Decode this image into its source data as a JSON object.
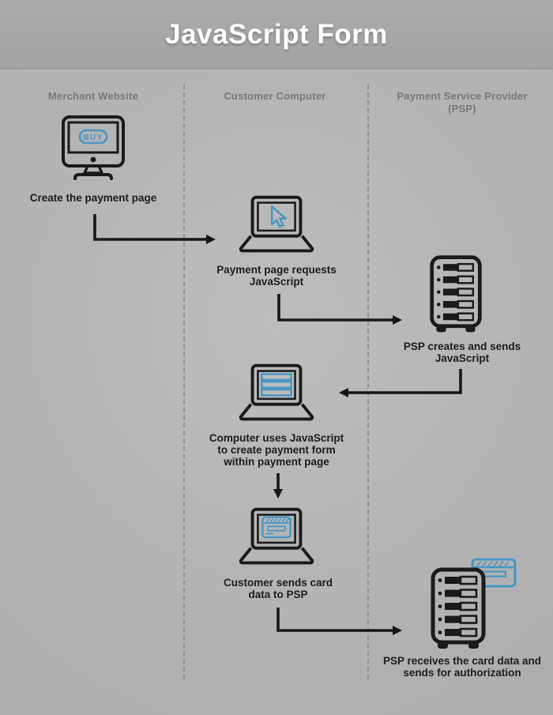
{
  "header": {
    "title": "JavaScript Form"
  },
  "lanes": [
    {
      "id": "merchant",
      "label": "Merchant Website"
    },
    {
      "id": "customer",
      "label": "Customer Computer"
    },
    {
      "id": "psp",
      "label": "Payment Service Provider (PSP)"
    }
  ],
  "steps": [
    {
      "id": "create-payment-page",
      "lane": "merchant",
      "icon": "desktop-buy-icon",
      "label": "Create the payment page"
    },
    {
      "id": "request-javascript",
      "lane": "customer",
      "icon": "laptop-cursor-icon",
      "label": "Payment page requests JavaScript"
    },
    {
      "id": "psp-sends-javascript",
      "lane": "psp",
      "icon": "server-icon",
      "label": "PSP creates and sends JavaScript"
    },
    {
      "id": "create-payment-form",
      "lane": "customer",
      "icon": "laptop-form-icon",
      "label": "Computer uses JavaScript to create payment form within payment page"
    },
    {
      "id": "send-card-data",
      "lane": "customer",
      "icon": "laptop-card-icon",
      "label": "Customer sends card data to PSP"
    },
    {
      "id": "psp-receives-card",
      "lane": "psp",
      "icon": "server-card-icon",
      "label": "PSP receives the card data and sends for authorization"
    }
  ],
  "icon_text": {
    "buy_button": "BUY"
  },
  "colors": {
    "accent_blue": "#4795c4",
    "icon_ink": "#1a1a1a",
    "label_ink": "#1c1c1c",
    "lane_header_ink": "#787878",
    "title_ink": "#ffffff",
    "background": "#aeaeae"
  }
}
